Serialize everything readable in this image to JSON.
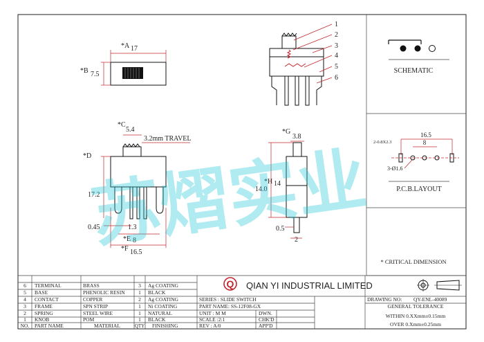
{
  "watermark": "苏熠实业",
  "front_view": {
    "dim_a": "*A",
    "dim_a_value": "17",
    "dim_b": "*B",
    "dim_b_value": "7.5"
  },
  "side_view": {
    "callouts": [
      "1",
      "2",
      "3",
      "4",
      "5",
      "6"
    ]
  },
  "elevation_view": {
    "dim_c": "*C",
    "dim_c_value": "5.4",
    "travel": "3.2mm TRAVEL",
    "dim_d": "*D",
    "height_value": "17.2",
    "pin_width": "0.45",
    "pin_offset": "1.3",
    "dim_e": "*E",
    "dim_e_value": "8",
    "dim_f": "*F",
    "dim_f_value": "16.5"
  },
  "end_view": {
    "dim_g": "*G",
    "dim_g_value": "3.8",
    "dim_h": "*H",
    "dim_h_value": "14",
    "height_value": "14.0",
    "pin_thickness": "0.5",
    "pin_width": "2"
  },
  "schematic": {
    "label": "SCHEMATIC"
  },
  "pcb": {
    "overall": "16.5",
    "pitch": "8",
    "slot": "2-0.8X2.3",
    "holes": "3-Ø1.6",
    "label": "P.C.B.LAYOUT"
  },
  "critical_note": "* CRITICAL DIMENSION",
  "bom": {
    "rows": [
      {
        "no": "6",
        "name": "TERMINAL",
        "material": "BRASS",
        "qty": "3",
        "finishing": "Ag COATING"
      },
      {
        "no": "5",
        "name": "BASE",
        "material": "PHENOLIC RESIN",
        "qty": "1",
        "finishing": "BLACK"
      },
      {
        "no": "4",
        "name": "CONTACT",
        "material": "COPPER",
        "qty": "2",
        "finishing": "Ag COATING"
      },
      {
        "no": "3",
        "name": "FRAME",
        "material": "SPN STRIP",
        "qty": "1",
        "finishing": "Ni COATING"
      },
      {
        "no": "2",
        "name": "SPRING",
        "material": "STEEL WIRE",
        "qty": "1",
        "finishing": "NATURAL"
      },
      {
        "no": "1",
        "name": "KNOB",
        "material": "POM",
        "qty": "1",
        "finishing": "BLACK"
      }
    ],
    "header": {
      "no": "NO.",
      "name": "PART NAME",
      "material": "MATERIAL",
      "qty": "QTY",
      "finishing": "FINISHING"
    }
  },
  "title_block": {
    "company": "QIAN YI INDUSTRIAL LIMITED",
    "logo_letter": "Q",
    "series": "SERIES : SLIDE SWITCH",
    "part_name": "PART NAME: SS-12F08-GX",
    "unit": "UNIT : M M",
    "scale": "SCALE :2:1",
    "rev": "REV   : A/0",
    "dwn": "DWN.",
    "chkd": "CHK'D",
    "appd": "APP'D",
    "drawing_no": "DRAWING NO:",
    "drawing_no_value": "QY-ENL-40089",
    "general_tolerance": "GENERAL TOLERANCE",
    "tol_within": "WITHIN 0.XXmm±0.15mm",
    "tol_over": "OVER   0.Xmm±0.25mm"
  }
}
